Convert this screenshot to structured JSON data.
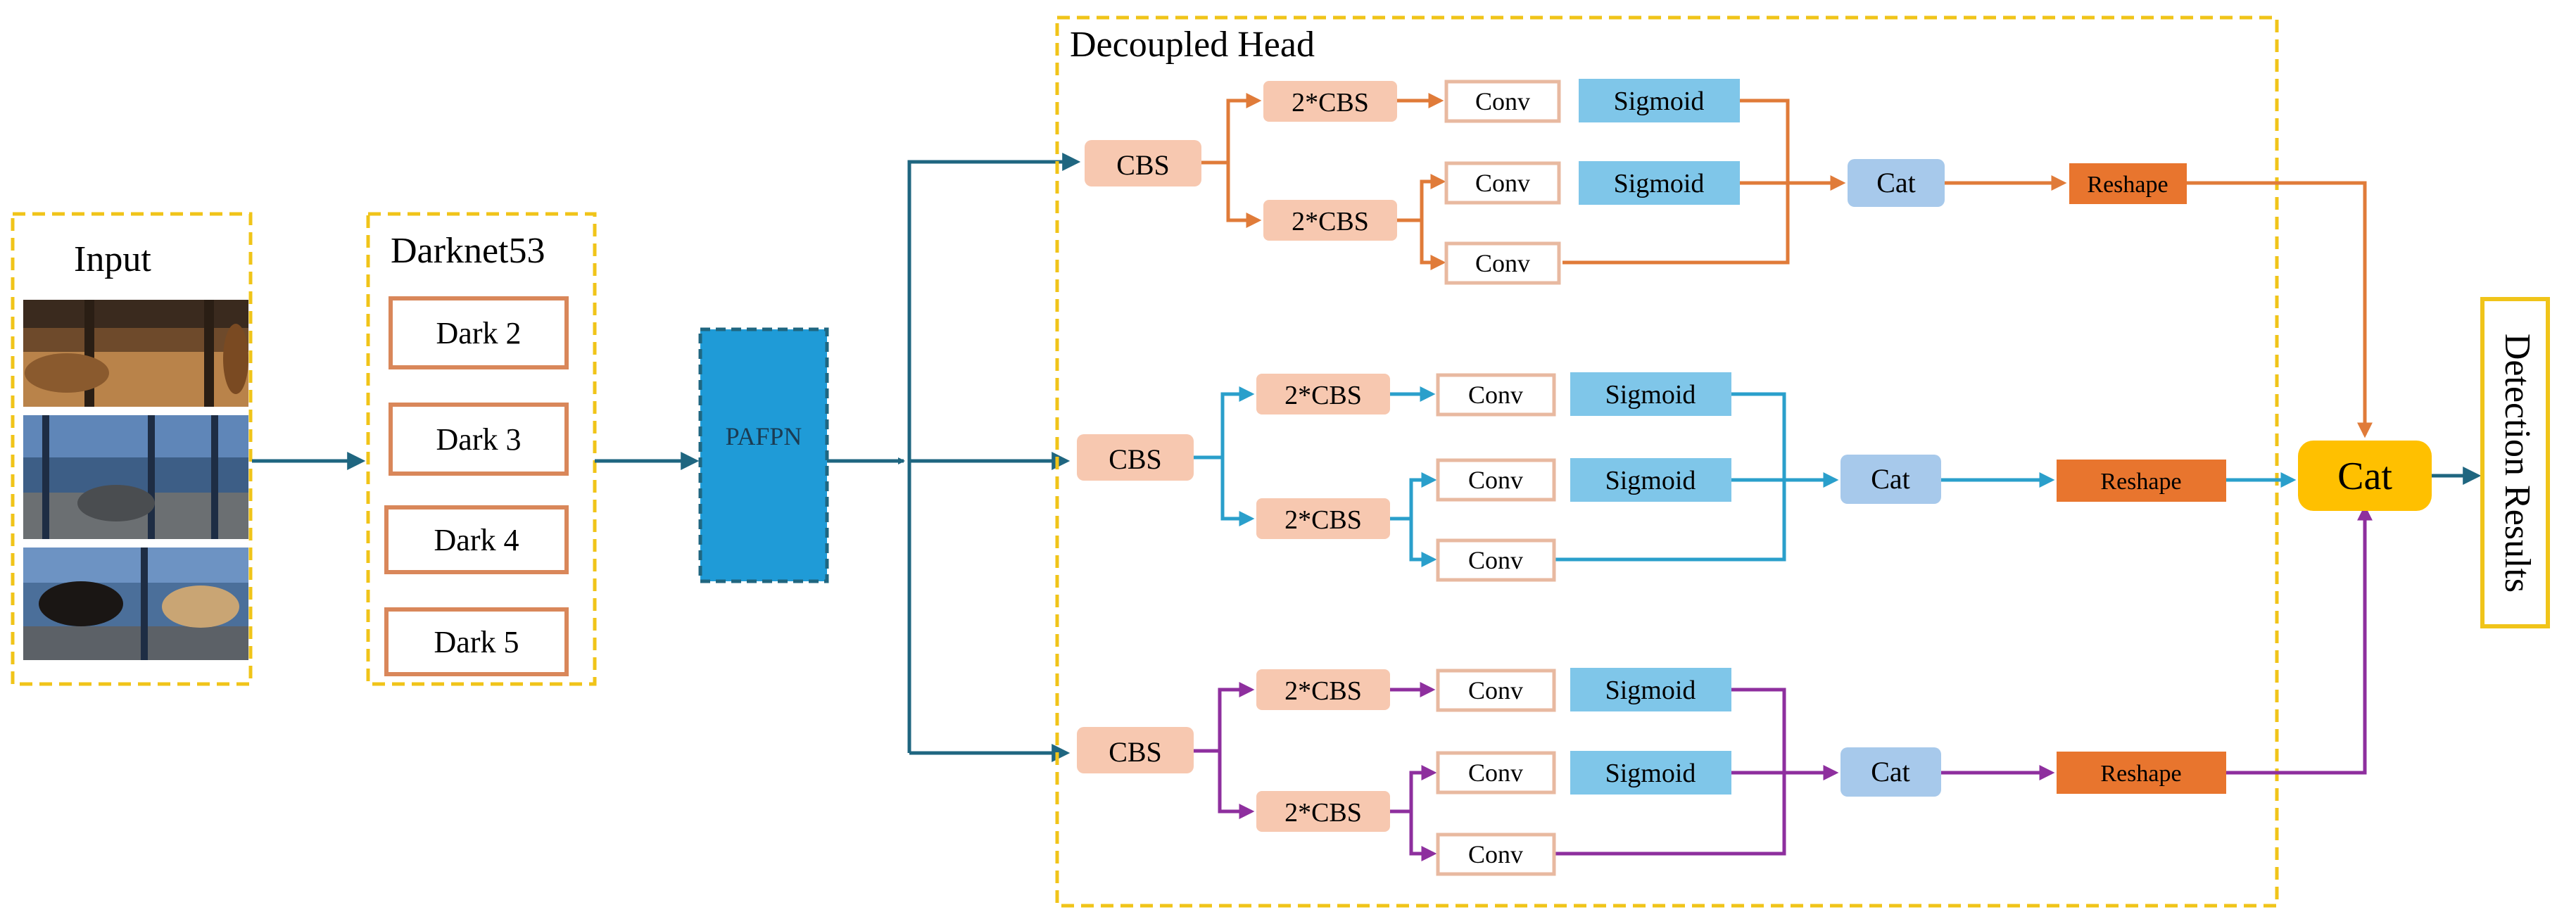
{
  "diagram": {
    "input": {
      "title": "Input",
      "photos": [
        "horse-stall-photo-1",
        "horse-stall-photo-2",
        "horse-stall-photo-3"
      ]
    },
    "backbone": {
      "title": "Darknet53",
      "blocks": [
        "Dark 2",
        "Dark 3",
        "Dark 4",
        "Dark 5"
      ]
    },
    "neck": {
      "label": "PAFPN"
    },
    "head": {
      "title": "Decoupled Head",
      "branches": [
        {
          "cbs": "CBS",
          "cbs2_top": "2*CBS",
          "cbs2_bottom": "2*CBS",
          "conv": [
            "Conv",
            "Conv",
            "Conv"
          ],
          "sigmoid": [
            "Sigmoid",
            "Sigmoid"
          ],
          "cat": "Cat",
          "reshape": "Reshape",
          "color": "#E07B39"
        },
        {
          "cbs": "CBS",
          "cbs2_top": "2*CBS",
          "cbs2_bottom": "2*CBS",
          "conv": [
            "Conv",
            "Conv",
            "Conv"
          ],
          "sigmoid": [
            "Sigmoid",
            "Sigmoid"
          ],
          "cat": "Cat",
          "reshape": "Reshape",
          "color": "#2A9FCB"
        },
        {
          "cbs": "CBS",
          "cbs2_top": "2*CBS",
          "cbs2_bottom": "2*CBS",
          "conv": [
            "Conv",
            "Conv",
            "Conv"
          ],
          "sigmoid": [
            "Sigmoid",
            "Sigmoid"
          ],
          "cat": "Cat",
          "reshape": "Reshape",
          "color": "#8E2F9E"
        }
      ]
    },
    "final_cat": "Cat",
    "output": {
      "label": "Detection Results"
    },
    "colors": {
      "dashed_border": "#F0C419",
      "dark_box_border": "#D9875A",
      "main_arrow": "#1F6680",
      "pafpn_fill": "#1F9BD7",
      "cbs_fill": "#F7C8B0",
      "sigmoid_fill": "#7FC6E9",
      "cat_fill": "#A7C9EB",
      "reshape_fill": "#E8752E",
      "final_cat_fill": "#FFC000"
    }
  }
}
